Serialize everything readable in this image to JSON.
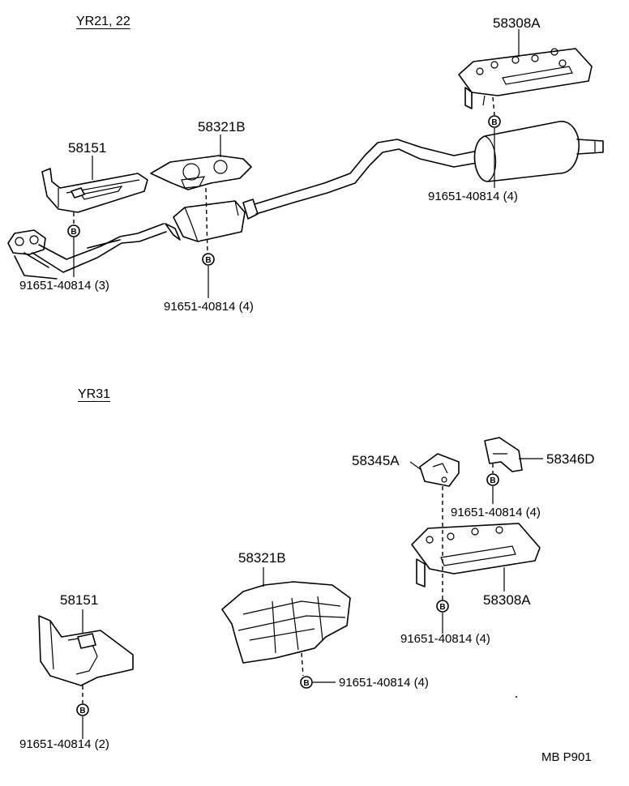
{
  "sections": [
    {
      "label": "YR21, 22"
    },
    {
      "label": "YR31"
    }
  ],
  "bolt_marker": "B",
  "parts": {
    "upper": {
      "shield_58151": "58151",
      "shield_58321b": "58321B",
      "shield_58308a": "58308A",
      "bolt_front": "91651-40814  (3)",
      "bolt_center": "91651-40814  (4)",
      "bolt_rear": "91651-40814  (4)"
    },
    "lower": {
      "shield_58151": "58151",
      "shield_58321b": "58321B",
      "bracket_58345a": "58345A",
      "bracket_58346d": "58346D",
      "shield_58308a": "58308A",
      "bolt_58151": "91651-40814  (2)",
      "bolt_58321b": "91651-40814  (4)",
      "bolt_brackets": "91651-40814  (4)",
      "bolt_58308a": "91651-40814  (4)"
    }
  },
  "footer_code": "MB P901"
}
